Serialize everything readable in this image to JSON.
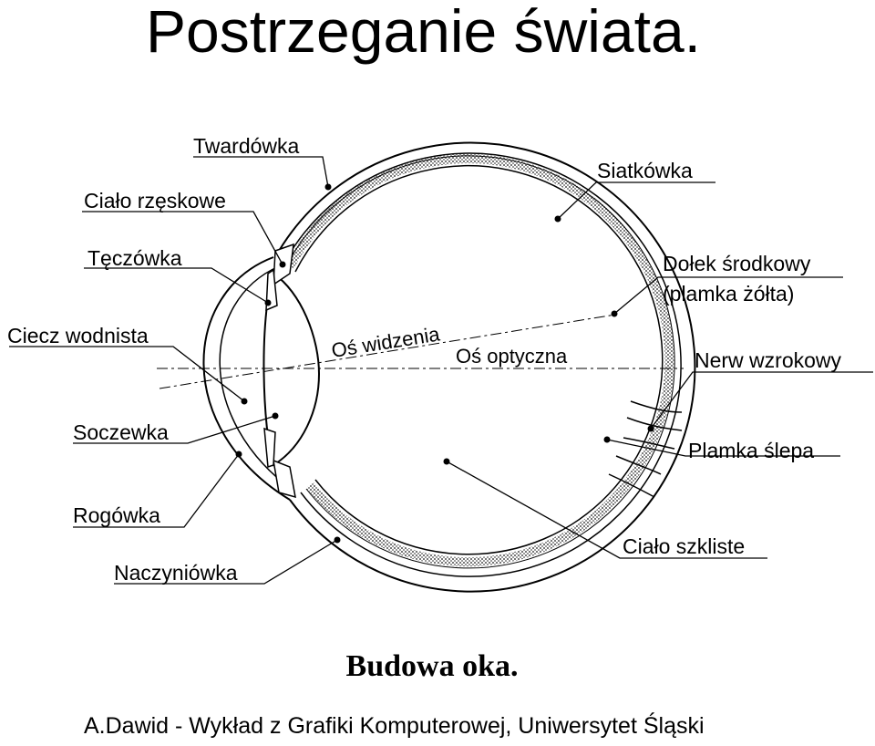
{
  "slide": {
    "title": "Postrzeganie świata.",
    "caption": "Budowa oka.",
    "footer": "A.Dawid - Wykład z Grafiki Komputerowej, Uniwersytet Śląski"
  },
  "diagram": {
    "labels": {
      "twardowka": "Twardówka",
      "cialo_rzeskowe": "Ciało rzęskowe",
      "teczowka": "Tęczówka",
      "ciecz_wodnista": "Ciecz wodnista",
      "soczewka": "Soczewka",
      "rogowka": "Rogówka",
      "naczyniowka": "Naczyniówka",
      "siatkowka": "Siatkówka",
      "dolek_srodkowy": "Dołek środkowy",
      "plamka_zolta": "(plamka żółta)",
      "nerw_wzrokowy": "Nerw wzrokowy",
      "plamka_slepa": "Plamka ślepa",
      "cialo_szkliste": "Ciało szkliste",
      "os_widzenia": "Oś widzenia",
      "os_optyczna": "Oś optyczna"
    }
  }
}
